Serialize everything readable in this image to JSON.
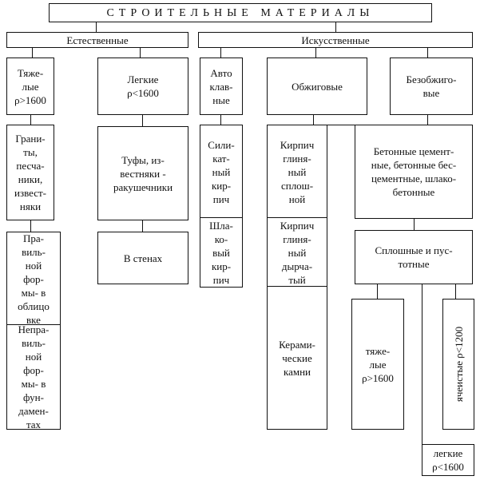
{
  "title": "СТРОИТЕЛЬНЫЕ МАТЕРИАЛЫ",
  "natural": {
    "label": "Естественные",
    "heavy": "Тяже-\nлые\nρ>1600",
    "light": "Легкие\nρ<1600",
    "granites": "Грани-\nты,\nпесча-\nники,\nизвест-\nняки",
    "tuffs": "Туфы, из-\nвестняки -\nракушечники",
    "regular": "Пра-\nвиль-\nной\nфор-\nмы- в\nоблицо\nвке",
    "in_walls": "В стенах",
    "irregular": "Непра-\nвиль-\nной\nфор-\nмы- в\nфун-\nдамен-\nтах"
  },
  "artificial": {
    "label": "Искусственные",
    "autoclave": "Авто\nклав-\nные",
    "fired": "Обжиговые",
    "unfired": "Безобжиго-\nвые",
    "silicate_brick": "Сили-\nкат-\nный\nкир-\nпич",
    "slag_brick": "Шла-\nко-\nвый\nкир-\nпич",
    "clay_solid": "Кирпич\nглиня-\nный\nсплош-\nной",
    "clay_hollow": "Кирпич\nглиня-\nный\nдырча-\nтый",
    "ceramic_stones": "Керами-\nческие\nкамни",
    "concretes": "Бетонные цемент-\nные, бетонные бес-\nцементные, шлако-\nбетонные",
    "solid_hollow": "Сплошные и пус-\nтотные",
    "heavy": "тяже-\nлые\nρ>1600",
    "cellular": "ячеистые ρ<1200",
    "light": "легкие\nρ<1600"
  }
}
